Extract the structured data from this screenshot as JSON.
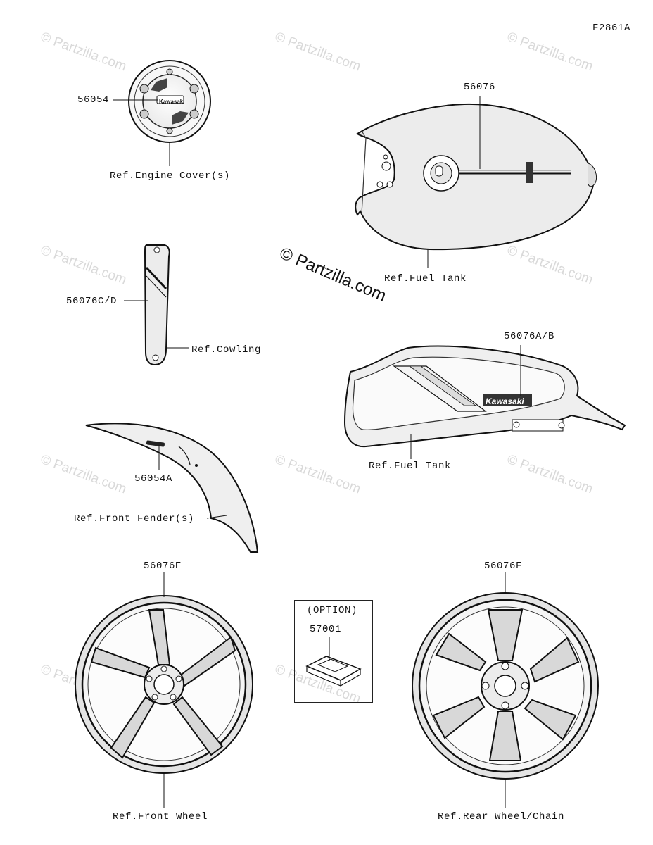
{
  "figure_code": "F2861A",
  "watermark": "© Partzilla.com",
  "parts": [
    {
      "id": "engine-cover",
      "part_number": "56054",
      "ref": "Ref.Engine Cover(s)"
    },
    {
      "id": "fuel-tank-top",
      "part_number": "56076",
      "ref": "Ref.Fuel Tank"
    },
    {
      "id": "cowling",
      "part_number": "56076C/D",
      "ref": "Ref.Cowling"
    },
    {
      "id": "fuel-tank-side",
      "part_number": "56076A/B",
      "ref": "Ref.Fuel Tank"
    },
    {
      "id": "front-fender",
      "part_number": "56054A",
      "ref": "Ref.Front Fender(s)"
    },
    {
      "id": "front-wheel",
      "part_number": "56076E",
      "ref": "Ref.Front Wheel"
    },
    {
      "id": "option",
      "option_label": "(OPTION)",
      "part_number": "57001"
    },
    {
      "id": "rear-wheel",
      "part_number": "56076F",
      "ref": "Ref.Rear Wheel/Chain"
    }
  ],
  "emblem_text": "Kawasaki"
}
